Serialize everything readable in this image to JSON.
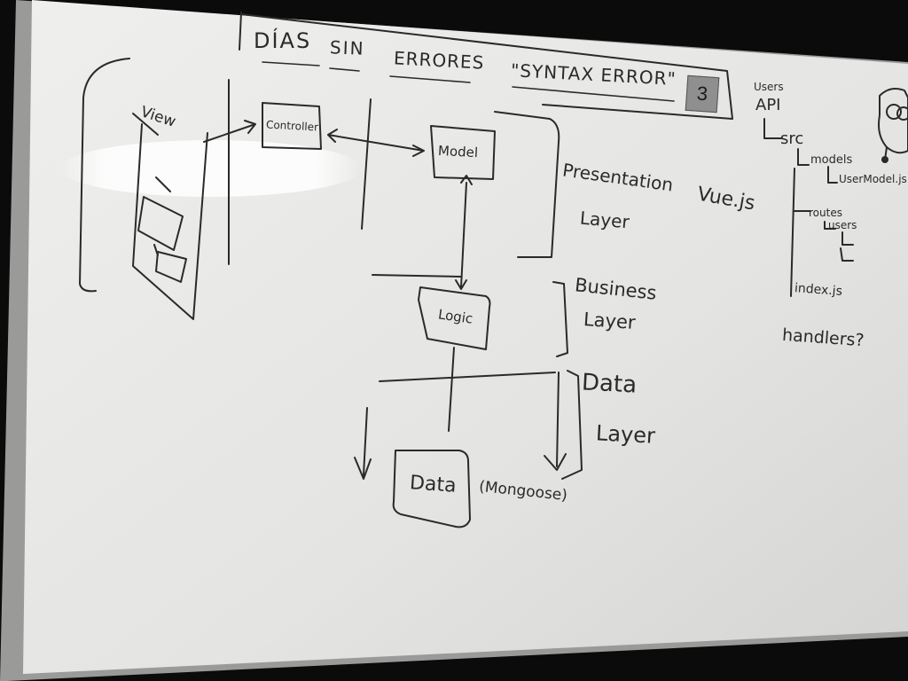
{
  "board": {
    "title_words": [
      "DÍAS",
      "SIN",
      "ERRORES"
    ],
    "title_quote": "\"SYNTAX ERROR\"",
    "counter": "3"
  },
  "diagram": {
    "view": "View",
    "controller": "Controller",
    "model": "Model",
    "logic": "Logic",
    "data": "Data",
    "db": "(Mongoose)"
  },
  "layers": {
    "presentation_1": "Presentation",
    "presentation_2": "Layer",
    "business_1": "Business",
    "business_2": "Layer",
    "data_1": "Data",
    "data_2": "Layer"
  },
  "framework": "Vue.js",
  "tree": {
    "root_1": "Users",
    "root_2": "API",
    "src": "src",
    "models": "models",
    "user_model": "UserModel.js",
    "routes": "routes",
    "users": "users",
    "index": "index.js",
    "note": "handlers?"
  },
  "colors": {
    "board": "#e6e6e4",
    "ink": "#2a2a2a",
    "frame": "#8a8a8a"
  }
}
